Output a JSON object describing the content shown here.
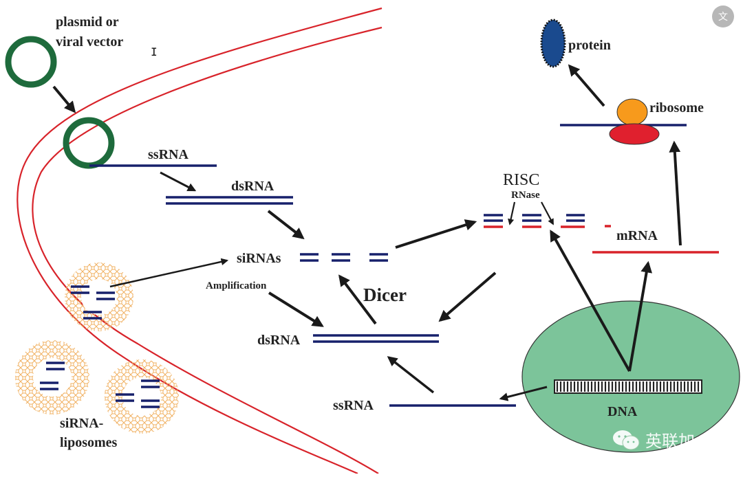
{
  "diagram": {
    "title": "RNA interference pathway",
    "labels": {
      "vector": [
        "plasmid or",
        "viral vector"
      ],
      "ssrna_top": "ssRNA",
      "dsrna_top": "dsRNA",
      "sirnas": "siRNAs",
      "amplification": "Amplification",
      "dicer": "Dicer",
      "dsrna_mid": "dsRNA",
      "ssrna_bottom": "ssRNA",
      "liposomes": [
        "siRNA-",
        "liposomes"
      ],
      "risc": "RISC",
      "rnase": "RNase",
      "mrna": "mRNA",
      "ribosome": "ribosome",
      "protein": "protein",
      "dna": "DNA"
    },
    "colors": {
      "membrane": "#d8232a",
      "rna_strand": "#17206b",
      "mrna_strand": "#d8232a",
      "vector_ring": "#1e6b3c",
      "nucleus_fill": "#7cc49a",
      "liposome_mesh": "#f0b060",
      "ribosome_large": "#f79a1c",
      "ribosome_small": "#e0202e",
      "protein": "#1a4a8e",
      "arrow": "#1a1a1a"
    }
  },
  "overlay": {
    "translate_button_icon": "文",
    "watermark_text": "英联加一"
  }
}
